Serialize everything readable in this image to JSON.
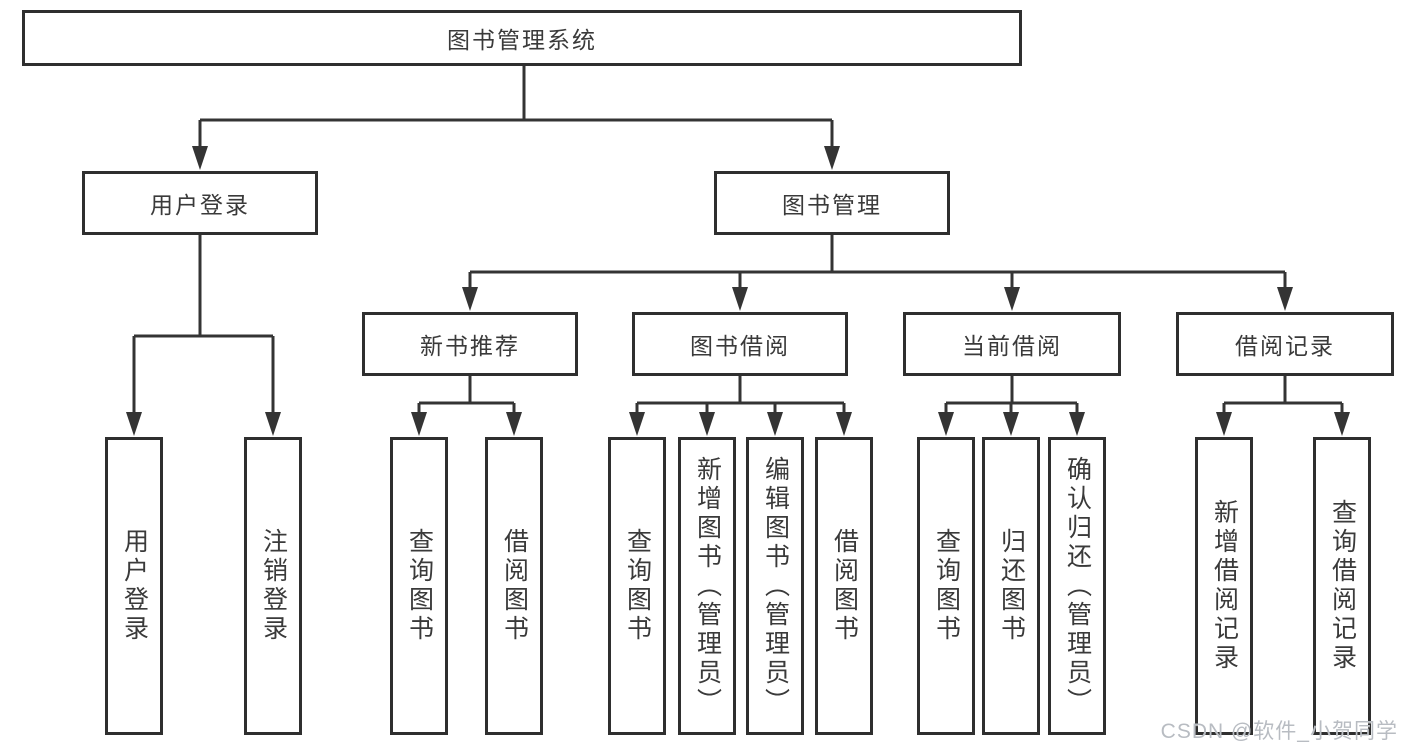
{
  "tree": {
    "label": "图书管理系统",
    "children": [
      {
        "label": "用户登录",
        "children": [
          {
            "label": "用户登录"
          },
          {
            "label": "注销登录"
          }
        ]
      },
      {
        "label": "图书管理",
        "children": [
          {
            "label": "新书推荐",
            "children": [
              {
                "label": "查询图书"
              },
              {
                "label": "借阅图书"
              }
            ]
          },
          {
            "label": "图书借阅",
            "children": [
              {
                "label": "查询图书"
              },
              {
                "label": "新增图书（管理员）"
              },
              {
                "label": "编辑图书（管理员）"
              },
              {
                "label": "借阅图书"
              }
            ]
          },
          {
            "label": "当前借阅",
            "children": [
              {
                "label": "查询图书"
              },
              {
                "label": "归还图书"
              },
              {
                "label": "确认归还（管理员）"
              }
            ]
          },
          {
            "label": "借阅记录",
            "children": [
              {
                "label": "新增借阅记录"
              },
              {
                "label": "查询借阅记录"
              }
            ]
          }
        ]
      }
    ]
  },
  "watermark": {
    "text": "CSDN @软件_小贺同学"
  },
  "colors": {
    "background": "#ffffff",
    "box_border": "#2f2f2f",
    "connector_line": "#343434",
    "text": "#3a3a3a",
    "watermark": "#b8bcc2"
  }
}
